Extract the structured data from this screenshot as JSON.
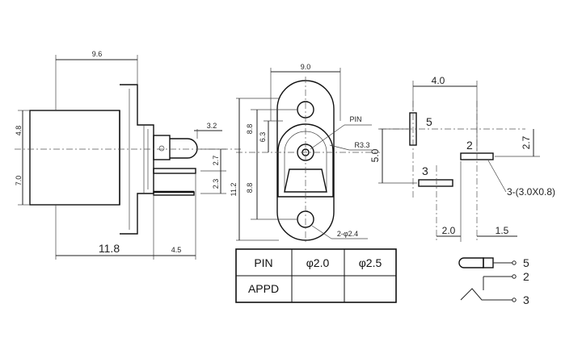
{
  "side_view": {
    "dim_top": "9.6",
    "dim_left_upper": "4.8",
    "dim_left_lower": "7.0",
    "dim_bottom_left": "11.8",
    "dim_bottom_right": "4.5",
    "dim_pin_width": "3.2",
    "dim_pin_gap": "2.7",
    "dim_pin_lower": "2.3"
  },
  "front_view": {
    "dim_top": "9.0",
    "dim_left_a": "8.8",
    "dim_left_b": "6.3",
    "dim_left_c": "8.8",
    "dim_left_total": "11.2",
    "pin_label": "PIN",
    "radius_label": "R3.3",
    "holes_label": "2-φ2.4"
  },
  "pad_view": {
    "dim_top": "4.0",
    "dim_left": "5.0",
    "dim_right": "2.7",
    "dim_bottom_a": "2.0",
    "dim_bottom_b": "1.5",
    "pad_note": "3-(3.0X0.8)",
    "pad_5": "5",
    "pad_2": "2",
    "pad_3": "3"
  },
  "schematic": {
    "pin_5": "5",
    "pin_2": "2",
    "pin_3": "3"
  },
  "table": {
    "header": [
      "PIN",
      "φ2.0",
      "φ2.5"
    ],
    "row": [
      "APPD",
      "",
      ""
    ]
  }
}
